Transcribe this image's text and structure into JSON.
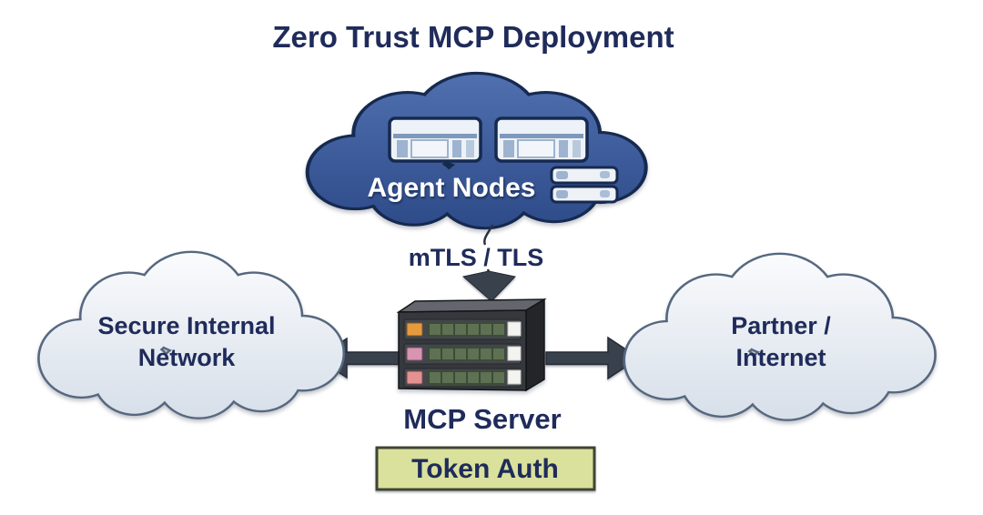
{
  "title": "Zero Trust MCP Deployment",
  "agent_cloud": {
    "label": "Agent Nodes",
    "fill": "#3b5a9d",
    "outline": "#16294f",
    "icons": [
      "server-rack-icon",
      "server-rack-icon",
      "stacked-servers-icon"
    ]
  },
  "connection": {
    "label": "mTLS / TLS"
  },
  "left_cloud": {
    "line1": "Secure Internal",
    "line2": "Network"
  },
  "right_cloud": {
    "line1": "Partner /",
    "line2": "Internet"
  },
  "server": {
    "label": "MCP Server",
    "body_color": "#35383d",
    "led_colors": [
      "#e69a3e",
      "#d795b2",
      "#e39191"
    ]
  },
  "auth_box": {
    "label": "Token Auth",
    "fill": "#d9e19c",
    "border": "#3f4433"
  },
  "colors": {
    "text_navy": "#1f2b5a",
    "arrow": "#39414d",
    "light_cloud_fill": "#e6ebf2",
    "light_cloud_outline": "#56687f"
  }
}
